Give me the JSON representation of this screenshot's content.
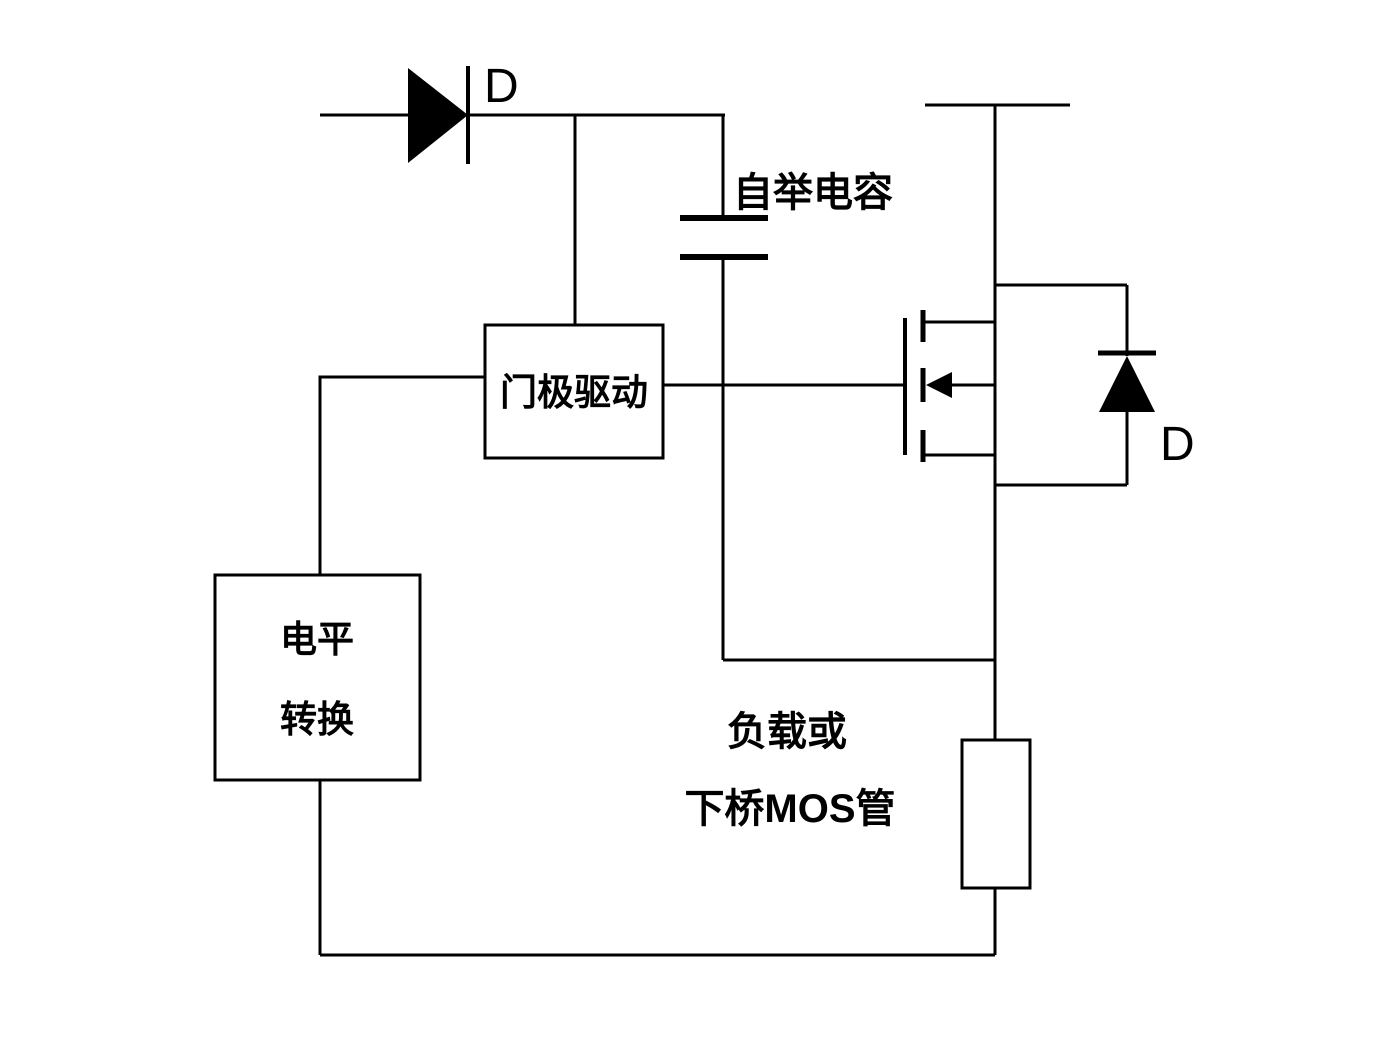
{
  "colors": {
    "background": "#ffffff",
    "line": "#000000",
    "text": "#000000"
  },
  "diagram_type": "bootstrap high-side gate drive circuit schematic",
  "components": {
    "bootstrap_diode": {
      "label": "D"
    },
    "bootstrap_capacitor": {
      "label": "自举电容"
    },
    "gate_driver": {
      "label": "门极驱动"
    },
    "level_shifter": {
      "label_line1": "电平",
      "label_line2": "转换"
    },
    "body_diode": {
      "label": "D"
    },
    "load": {
      "label_line1": "负载或",
      "label_line2": "下桥MOS管"
    }
  }
}
